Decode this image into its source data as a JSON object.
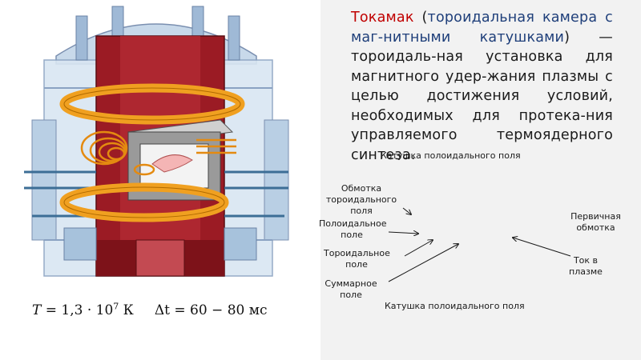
{
  "text": {
    "term": "Токамак",
    "paren_open": " (",
    "definition_blue": "тороидальная камера с маг-нитными катушками",
    "rest": ") — тороидаль-ная установка для магнитного удер-жания плазмы с целью достижения условий, необходимых для протека-ния управляемого термоядерного синтеза."
  },
  "formula": {
    "t_symbol": "T",
    "t_value": " = 1,3 · 10",
    "t_exponent": "7",
    "t_unit": " К",
    "dt_text": "Δt = 60 − 80 мс"
  },
  "labels": {
    "poloidal_coil_top": "Катушка полоидального поля",
    "toroidal_winding": "Обмотка тороидального поля",
    "primary_winding": "Первичная обмотка",
    "poloidal_field": "Полоидальное поле",
    "toroidal_field": "Тороидальное поле",
    "plasma_current": "Ток в плазме",
    "total_field": "Суммарное поле",
    "poloidal_coil_bottom": "Катушка полоидального поля"
  },
  "colors": {
    "term": "#c00000",
    "definition": "#1f3f7a",
    "panel_bg": "#f2f2f2",
    "frame_red": "#9b1b24",
    "coil_orange": "#f0a020",
    "structure_blue": "#7ab3d6"
  }
}
